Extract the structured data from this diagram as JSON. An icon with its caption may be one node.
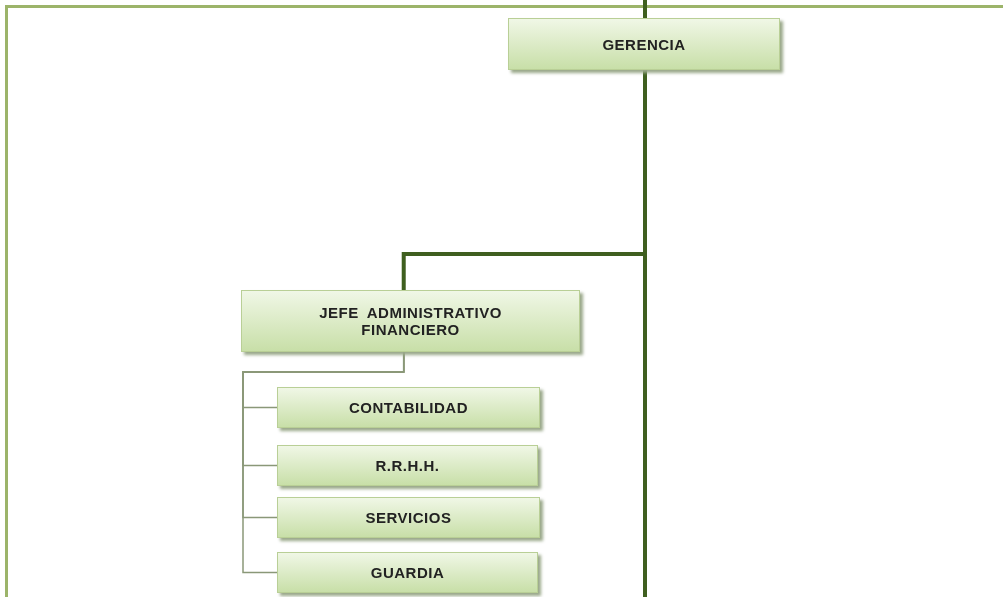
{
  "diagram": {
    "nodes": [
      {
        "text": [
          "GERENCIA"
        ]
      },
      {
        "text": [
          "JEFE ADMINISTRATIVO FINANCIERO"
        ]
      },
      {
        "text": [
          "CONTABILIDAD"
        ]
      },
      {
        "text": [
          "R.R.H.H."
        ]
      },
      {
        "text": [
          "SERVICIOS"
        ]
      },
      {
        "text": [
          "GUARDIA"
        ]
      }
    ],
    "edges": [
      {
        "from": null,
        "to": 0,
        "arrow": "none",
        "style": "thick",
        "color": "#3f5f1f"
      },
      {
        "from": 0,
        "to": null,
        "arrow": "none",
        "style": "thick",
        "color": "#3f5f1f"
      },
      {
        "from": 0,
        "to": 1,
        "arrow": "none",
        "style": "thick",
        "color": "#3f5f1f"
      },
      {
        "from": 1,
        "to": 2,
        "arrow": "none"
      },
      {
        "from": 1,
        "to": 3,
        "arrow": "none"
      },
      {
        "from": 1,
        "to": 4,
        "arrow": "none"
      },
      {
        "from": 1,
        "to": 5,
        "arrow": "none"
      }
    ]
  }
}
